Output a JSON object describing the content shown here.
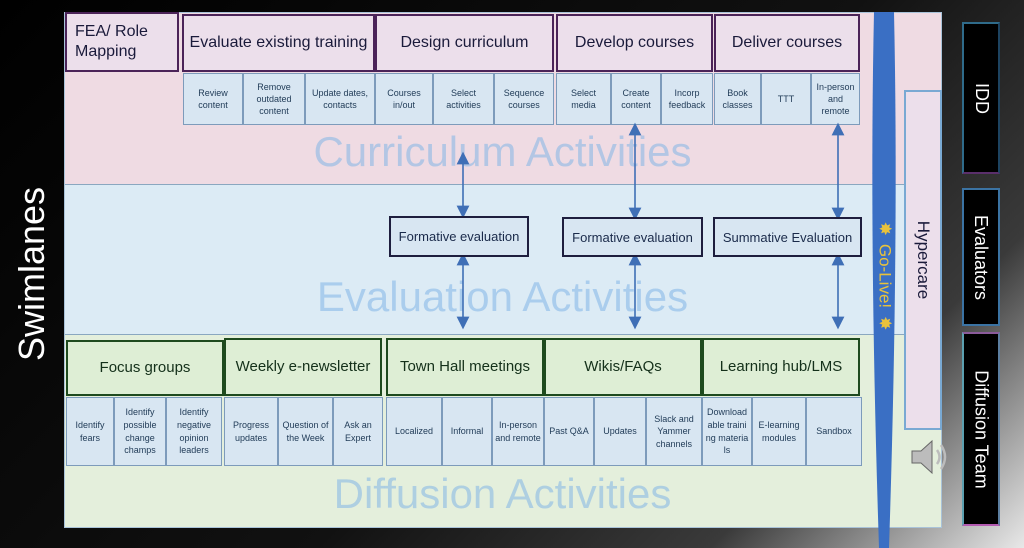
{
  "slide_title": "Swimlanes",
  "lanes": {
    "curriculum": "Curriculum Activities",
    "evaluation": "Evaluation Activities",
    "diffusion": "Diffusion Activities"
  },
  "phases": {
    "fea": "FEA/ Role Mapping",
    "evaluate": "Evaluate existing training",
    "design": "Design curriculum",
    "develop": "Develop courses",
    "deliver": "Deliver courses"
  },
  "curriculum_tasks": [
    "Review content",
    "Remove outdated content",
    "Update dates, contacts",
    "Courses in/out",
    "Select activities",
    "Sequence courses",
    "Select media",
    "Create content",
    "Incorp feedback",
    "Book classes",
    "TTT",
    "In-person and remote"
  ],
  "evaluations": {
    "formative_1": "Formative evaluation",
    "formative_2": "Formative evaluation",
    "summative": "Summative Evaluation"
  },
  "channels": {
    "focus_groups": "Focus groups",
    "newsletter": "Weekly e-newsletter",
    "town_hall": "Town Hall meetings",
    "wikis": "Wikis/FAQs",
    "learning_hub": "Learning hub/LMS"
  },
  "diffusion_tasks": [
    "Identify fears",
    "Identify possible change champs",
    "Identify negative opinion leaders",
    "Progress updates",
    "Question of the Week",
    "Ask an Expert",
    "Localized",
    "Informal",
    "In-person and remote",
    "Past Q&A",
    "Updates",
    "Slack and Yammer channels",
    "Downloadable training materials",
    "E-learning modules",
    "Sandbox"
  ],
  "go_live": "Go-Live!",
  "hypercare": "Hypercare",
  "teams": {
    "idd": "IDD",
    "evaluators": "Evaluators",
    "diffusion": "Diffusion Team"
  },
  "icons": {
    "audio": "speaker-icon",
    "star": "starburst-icon"
  },
  "colors": {
    "curriculum_lane": "#efdbe3",
    "evaluation_lane": "#dcebf5",
    "diffusion_lane": "#e4efdc",
    "go_live_band": "#3a6fc4",
    "go_live_text": "#e8c23c"
  }
}
